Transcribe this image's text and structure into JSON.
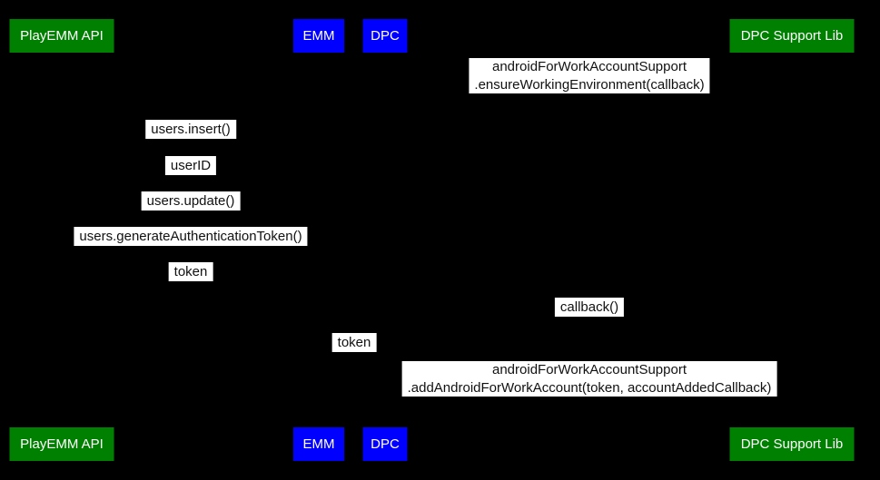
{
  "colors": {
    "background": "#000000",
    "actor_green": "#008000",
    "actor_blue": "#0000ff",
    "actor_text": "#ffffff",
    "message_bg": "#ffffff",
    "message_text": "#111111"
  },
  "actors": {
    "top": [
      {
        "label": "PlayEMM API",
        "color": "#008000"
      },
      {
        "label": "EMM",
        "color": "#0000ff"
      },
      {
        "label": "DPC",
        "color": "#0000ff"
      },
      {
        "label": "DPC Support Lib",
        "color": "#008000"
      }
    ],
    "bottom": [
      {
        "label": "PlayEMM API",
        "color": "#008000"
      },
      {
        "label": "EMM",
        "color": "#0000ff"
      },
      {
        "label": "DPC",
        "color": "#0000ff"
      },
      {
        "label": "DPC Support Lib",
        "color": "#008000"
      }
    ]
  },
  "messages": [
    {
      "text": "androidForWorkAccountSupport\n.ensureWorkingEnvironment(callback)"
    },
    {
      "text": "users.insert()"
    },
    {
      "text": "userID"
    },
    {
      "text": "users.update()"
    },
    {
      "text": "users.generateAuthenticationToken()"
    },
    {
      "text": "token"
    },
    {
      "text": "callback()"
    },
    {
      "text": "token"
    },
    {
      "text": "androidForWorkAccountSupport\n.addAndroidForWorkAccount(token, accountAddedCallback)"
    }
  ]
}
